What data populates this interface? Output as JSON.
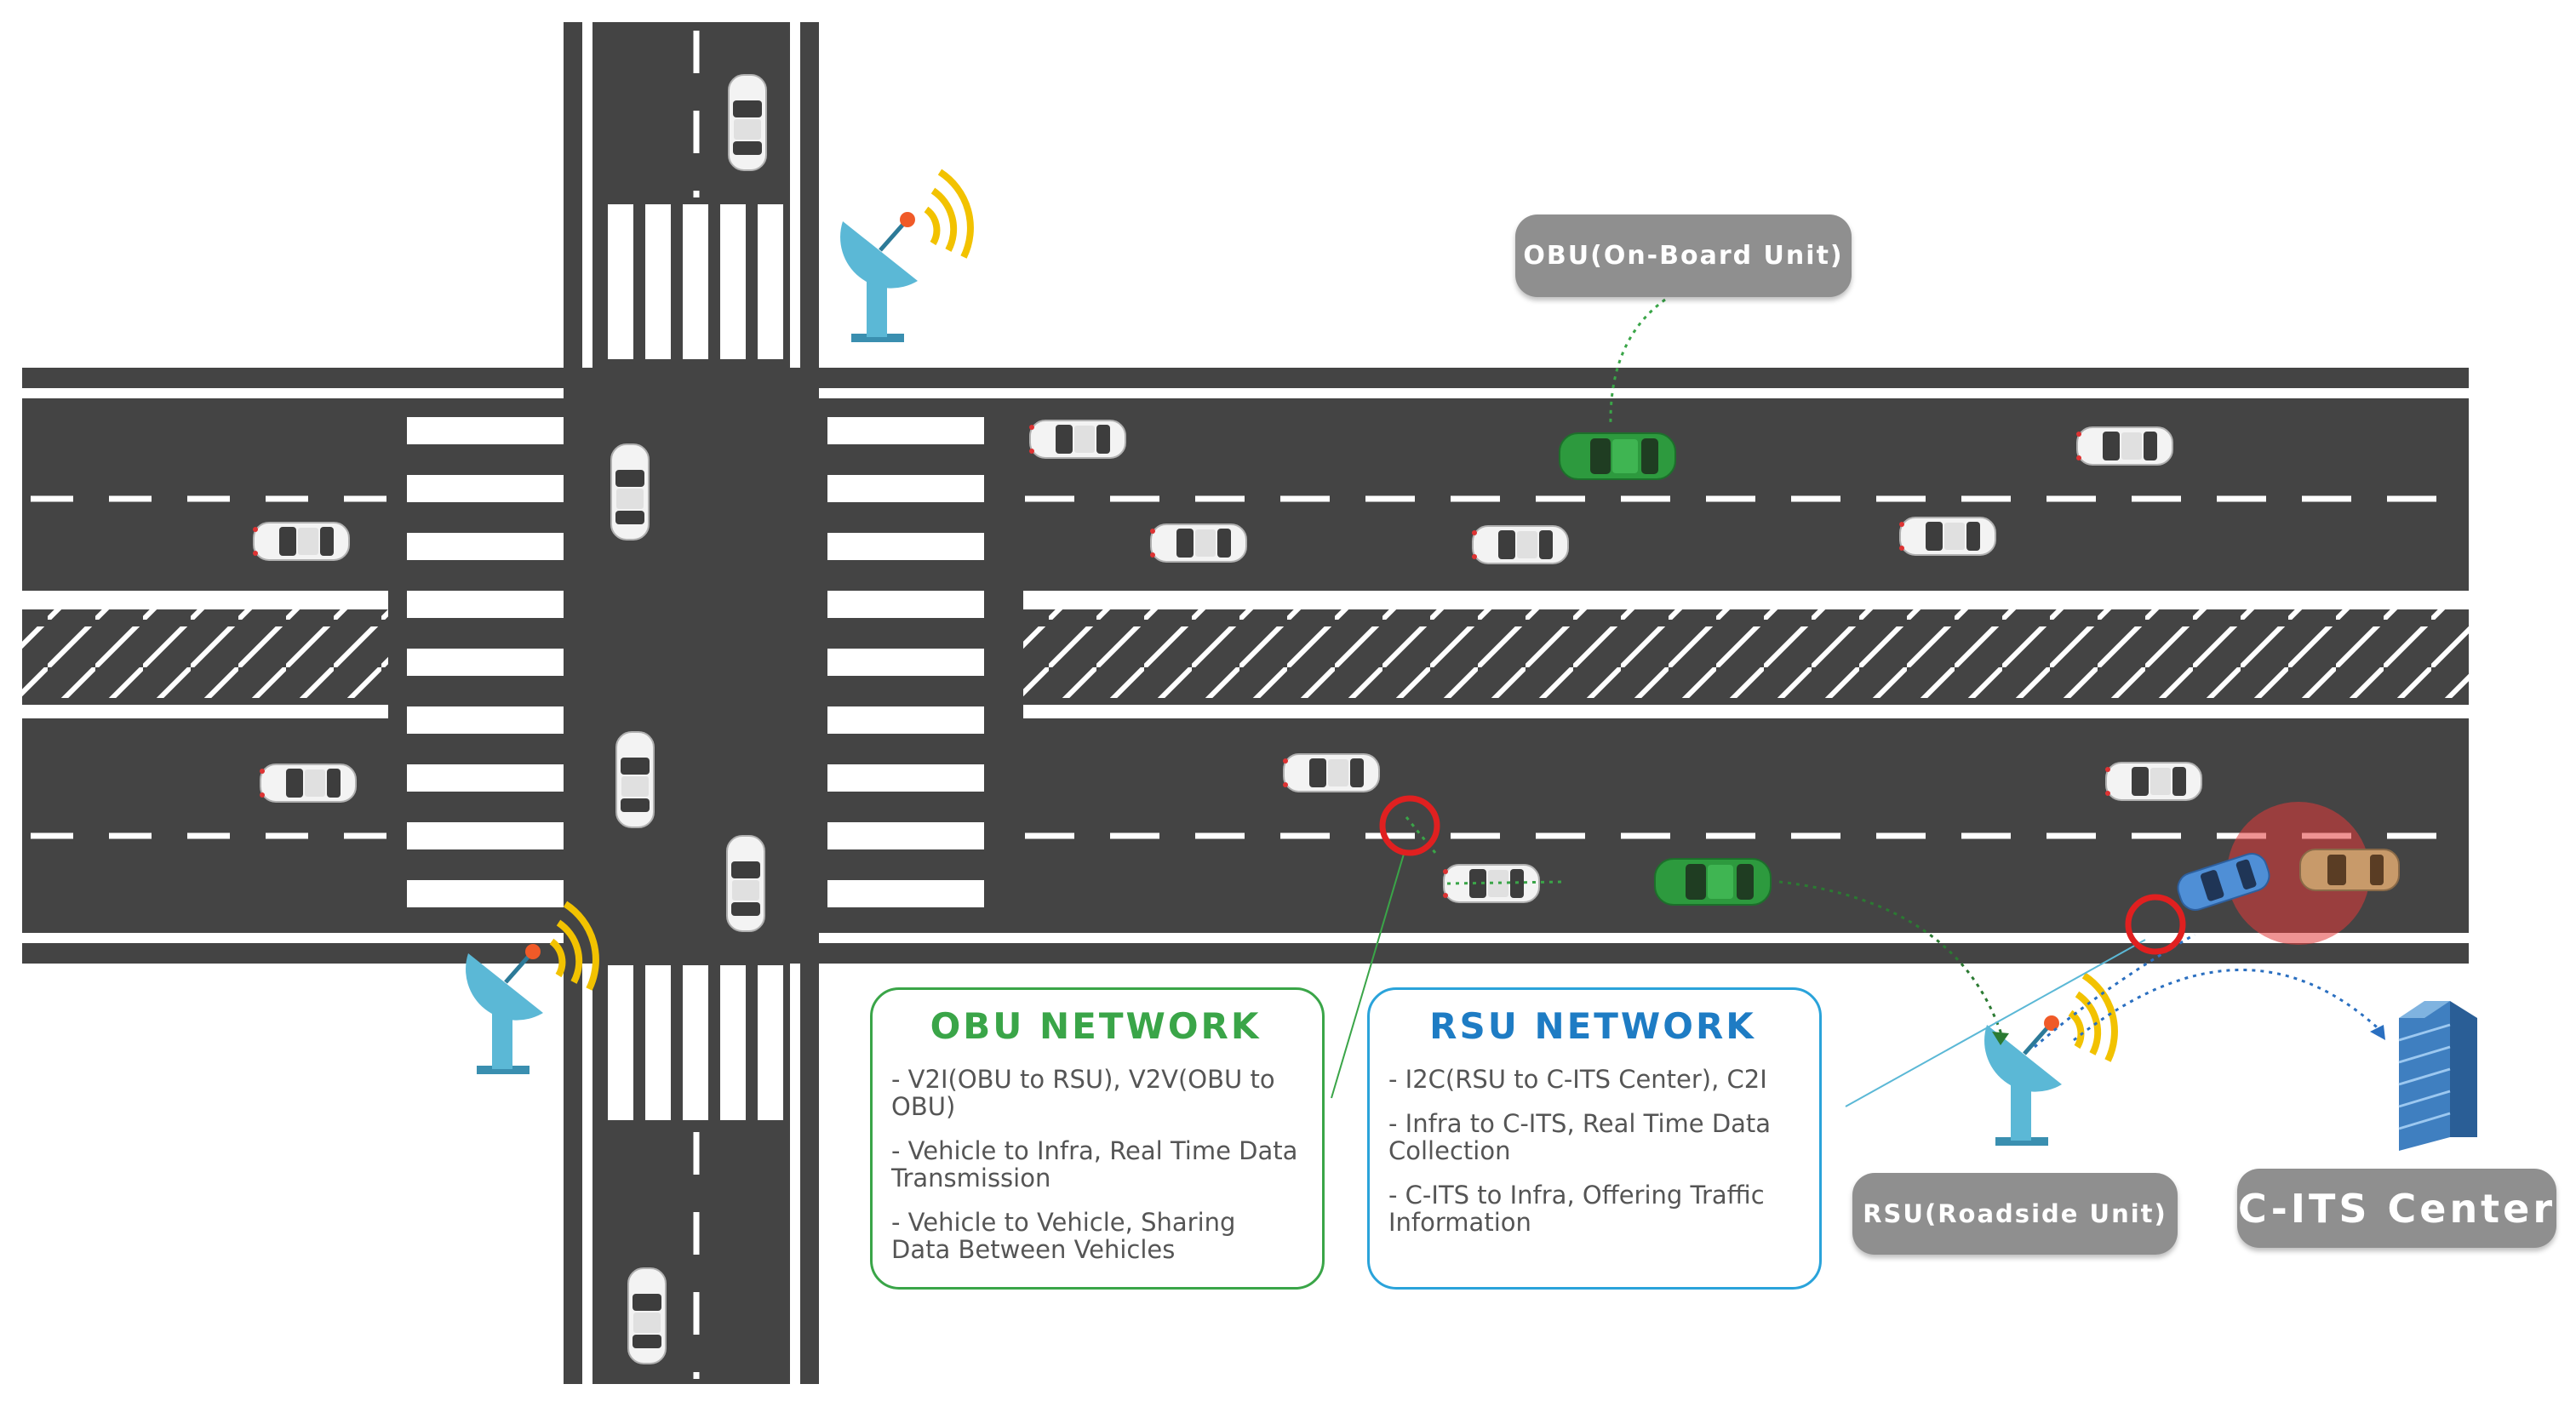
{
  "labels": {
    "obu": "OBU(On-Board Unit)",
    "rsu": "RSU(Roadside Unit)",
    "cits": "C-ITS Center"
  },
  "obu_network": {
    "title": "OBU NETWORK",
    "items": [
      "- V2I(OBU to RSU), V2V(OBU to OBU)",
      "- Vehicle to Infra, Real Time Data Transmission",
      "- Vehicle to Vehicle, Sharing Data Between Vehicles"
    ]
  },
  "rsu_network": {
    "title": "RSU NETWORK",
    "items": [
      "- I2C(RSU to C-ITS Center), C2I",
      "- Infra to C-ITS, Real Time Data Collection",
      "- C-ITS to Infra, Offering Traffic Information"
    ]
  },
  "colors": {
    "road": "#444444",
    "obu_green": "#3aa548",
    "rsu_blue": "#2aa3da",
    "accident_red": "#e02020",
    "antenna": "#5bb8d6",
    "signal_yellow": "#f2c200",
    "building": "#3f7fc0"
  },
  "icons": [
    "satellite-dish-icon",
    "car-icon",
    "building-icon",
    "accident-icon"
  ]
}
